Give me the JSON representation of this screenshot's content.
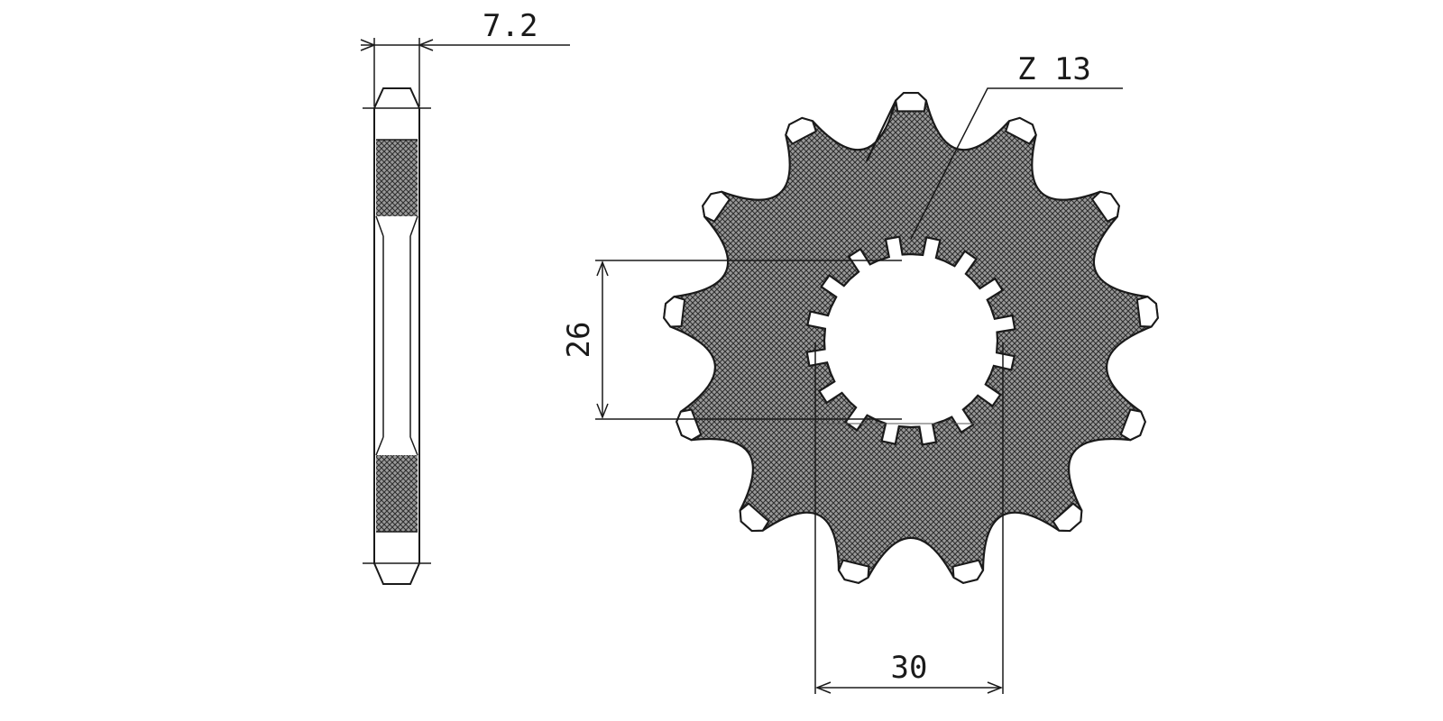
{
  "drawing": {
    "thickness_label": "7.2",
    "teeth_label": "Z 13",
    "bore_label": "26",
    "offset_label": "30",
    "sprocket": {
      "tooth_count": 13,
      "spline_count": 16
    }
  },
  "colors": {
    "ink": "#1a1a1a",
    "hatch_bg": "#8c8c8c",
    "hatch_fg": "#333333",
    "paper": "#ffffff"
  }
}
